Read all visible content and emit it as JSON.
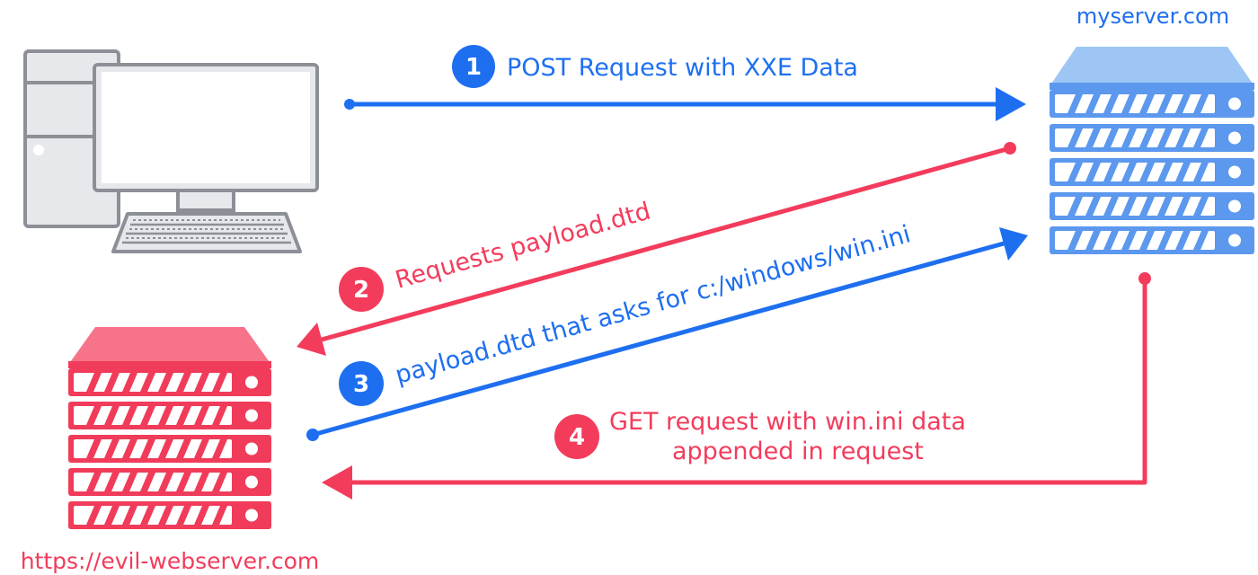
{
  "colors": {
    "blue": "#1e6ff0",
    "red": "#f33c5c",
    "server_blue_fill": "#5c98ee",
    "server_blue_top": "#9dc6f5",
    "server_red_fill": "#f03c5a",
    "server_red_top": "#f77389",
    "computer_stroke": "#8c8f96",
    "computer_fill": "#e6e8ec",
    "white": "#ffffff"
  },
  "nodes": {
    "client": {
      "icon": "desktop-computer-icon"
    },
    "myserver": {
      "icon": "server-rack-icon",
      "label": "myserver.com"
    },
    "evil": {
      "icon": "server-rack-icon",
      "label": "https://evil-webserver.com"
    }
  },
  "steps": [
    {
      "number": "1",
      "label": "POST Request with XXE Data",
      "color": "blue"
    },
    {
      "number": "2",
      "label": "Requests payload.dtd",
      "color": "red"
    },
    {
      "number": "3",
      "label": "payload.dtd that asks for c:/windows/win.ini",
      "color": "blue"
    },
    {
      "number": "4",
      "label_line1": "GET request with win.ini data",
      "label_line2": "appended in request",
      "color": "red"
    }
  ]
}
